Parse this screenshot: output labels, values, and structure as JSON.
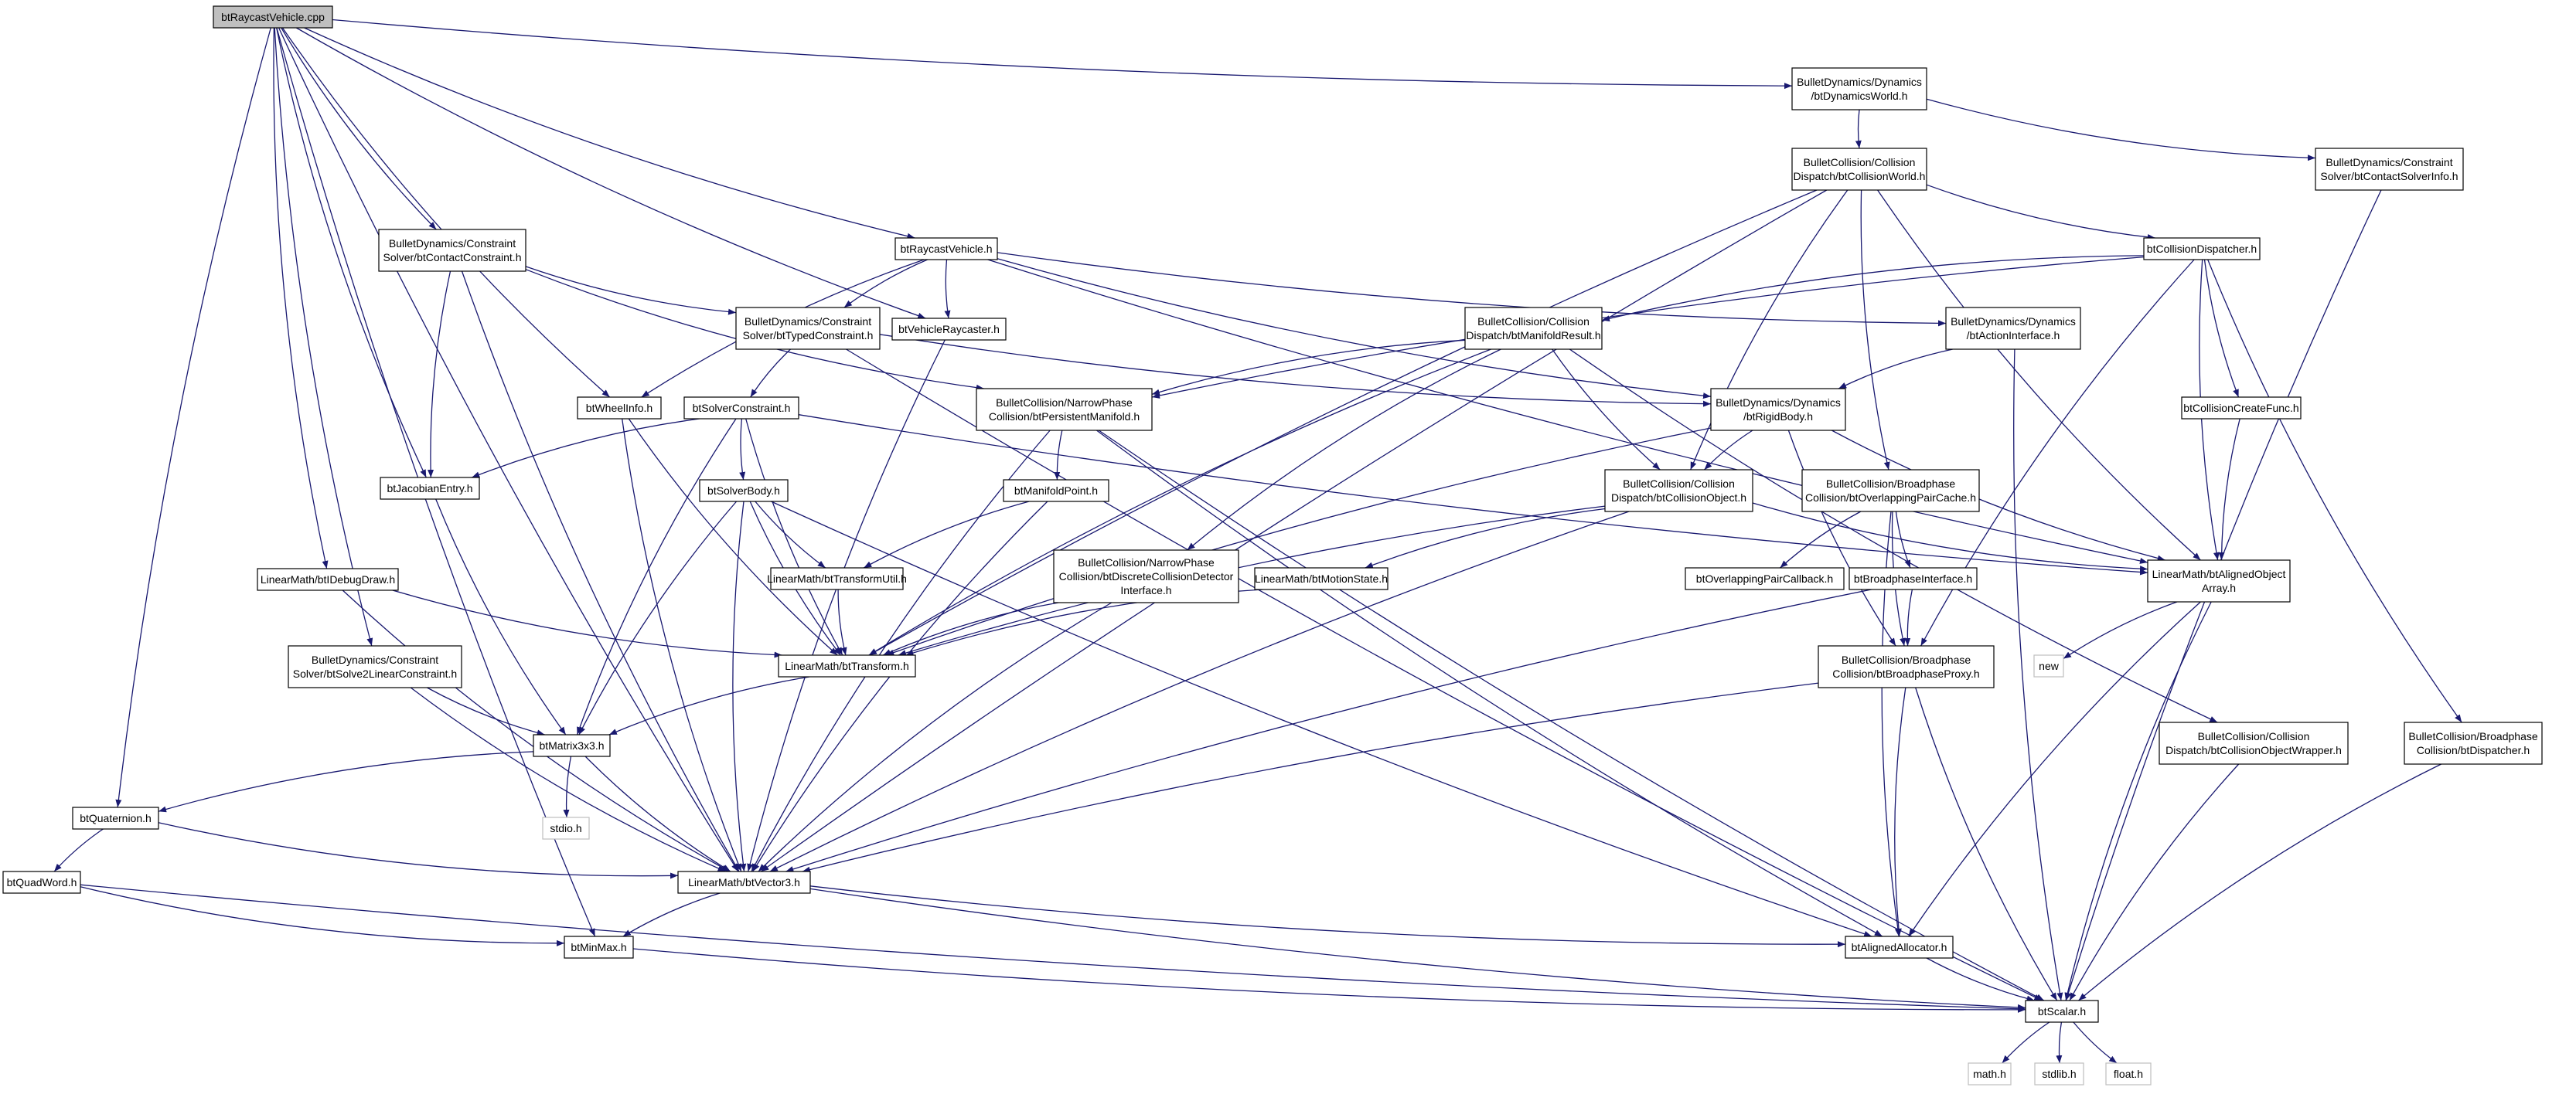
{
  "colors": {
    "edge": "#191970",
    "node_border": "#000000",
    "node_fill": "#ffffff",
    "root_fill": "#bfbfbf",
    "external_border": "#bfbfbf"
  },
  "root": "n0",
  "nodes": [
    {
      "id": "n0",
      "kind": "root",
      "lines": [
        "btRaycastVehicle.cpp"
      ]
    },
    {
      "id": "n1",
      "kind": "normal",
      "lines": [
        "BulletDynamics/Dynamics",
        "/btDynamicsWorld.h"
      ]
    },
    {
      "id": "n2",
      "kind": "normal",
      "lines": [
        "BulletCollision/Collision",
        "Dispatch/btCollisionWorld.h"
      ]
    },
    {
      "id": "n3",
      "kind": "normal",
      "lines": [
        "BulletDynamics/Constraint",
        "Solver/btContactSolverInfo.h"
      ]
    },
    {
      "id": "n4",
      "kind": "normal",
      "lines": [
        "BulletDynamics/Constraint",
        "Solver/btContactConstraint.h"
      ]
    },
    {
      "id": "n5",
      "kind": "normal",
      "lines": [
        "btRaycastVehicle.h"
      ]
    },
    {
      "id": "n6",
      "kind": "normal",
      "lines": [
        "btCollisionDispatcher.h"
      ]
    },
    {
      "id": "n7",
      "kind": "normal",
      "lines": [
        "BulletDynamics/Constraint",
        "Solver/btTypedConstraint.h"
      ]
    },
    {
      "id": "n8",
      "kind": "normal",
      "lines": [
        "btVehicleRaycaster.h"
      ]
    },
    {
      "id": "n9",
      "kind": "normal",
      "lines": [
        "BulletCollision/Collision",
        "Dispatch/btManifoldResult.h"
      ]
    },
    {
      "id": "n10",
      "kind": "normal",
      "lines": [
        "BulletDynamics/Dynamics",
        "/btActionInterface.h"
      ]
    },
    {
      "id": "n11",
      "kind": "normal",
      "lines": [
        "btWheelInfo.h"
      ]
    },
    {
      "id": "n12",
      "kind": "normal",
      "lines": [
        "btSolverConstraint.h"
      ]
    },
    {
      "id": "n13",
      "kind": "normal",
      "lines": [
        "BulletCollision/NarrowPhase",
        "Collision/btPersistentManifold.h"
      ]
    },
    {
      "id": "n14",
      "kind": "normal",
      "lines": [
        "BulletDynamics/Dynamics",
        "/btRigidBody.h"
      ]
    },
    {
      "id": "n15",
      "kind": "normal",
      "lines": [
        "btCollisionCreateFunc.h"
      ]
    },
    {
      "id": "n16",
      "kind": "normal",
      "lines": [
        "btJacobianEntry.h"
      ]
    },
    {
      "id": "n17",
      "kind": "normal",
      "lines": [
        "btSolverBody.h"
      ]
    },
    {
      "id": "n18",
      "kind": "normal",
      "lines": [
        "btManifoldPoint.h"
      ]
    },
    {
      "id": "n19",
      "kind": "normal",
      "lines": [
        "BulletCollision/Collision",
        "Dispatch/btCollisionObject.h"
      ]
    },
    {
      "id": "n20",
      "kind": "normal",
      "lines": [
        "BulletCollision/Broadphase",
        "Collision/btOverlappingPairCache.h"
      ]
    },
    {
      "id": "n21",
      "kind": "normal",
      "lines": [
        "LinearMath/btIDebugDraw.h"
      ]
    },
    {
      "id": "n22",
      "kind": "normal",
      "lines": [
        "LinearMath/btTransformUtil.h"
      ]
    },
    {
      "id": "n23",
      "kind": "normal",
      "lines": [
        "BulletCollision/NarrowPhase",
        "Collision/btDiscreteCollisionDetector",
        "Interface.h"
      ]
    },
    {
      "id": "n24",
      "kind": "normal",
      "lines": [
        "LinearMath/btMotionState.h"
      ]
    },
    {
      "id": "n25",
      "kind": "normal",
      "lines": [
        "btOverlappingPairCallback.h"
      ]
    },
    {
      "id": "n26",
      "kind": "normal",
      "lines": [
        "btBroadphaseInterface.h"
      ]
    },
    {
      "id": "n27",
      "kind": "normal",
      "lines": [
        "LinearMath/btAlignedObject",
        "Array.h"
      ]
    },
    {
      "id": "n28",
      "kind": "normal",
      "lines": [
        "BulletDynamics/Constraint",
        "Solver/btSolve2LinearConstraint.h"
      ]
    },
    {
      "id": "n29",
      "kind": "normal",
      "lines": [
        "LinearMath/btTransform.h"
      ]
    },
    {
      "id": "n30",
      "kind": "normal",
      "lines": [
        "BulletCollision/Broadphase",
        "Collision/btBroadphaseProxy.h"
      ]
    },
    {
      "id": "n31",
      "kind": "external",
      "lines": [
        "new"
      ]
    },
    {
      "id": "n32",
      "kind": "normal",
      "lines": [
        "btMatrix3x3.h"
      ]
    },
    {
      "id": "n33",
      "kind": "normal",
      "lines": [
        "BulletCollision/Collision",
        "Dispatch/btCollisionObjectWrapper.h"
      ]
    },
    {
      "id": "n34",
      "kind": "normal",
      "lines": [
        "BulletCollision/Broadphase",
        "Collision/btDispatcher.h"
      ]
    },
    {
      "id": "n35",
      "kind": "external",
      "lines": [
        "stdio.h"
      ]
    },
    {
      "id": "n36",
      "kind": "normal",
      "lines": [
        "btQuaternion.h"
      ]
    },
    {
      "id": "n37",
      "kind": "normal",
      "lines": [
        "btQuadWord.h"
      ]
    },
    {
      "id": "n38",
      "kind": "normal",
      "lines": [
        "LinearMath/btVector3.h"
      ]
    },
    {
      "id": "n39",
      "kind": "normal",
      "lines": [
        "btMinMax.h"
      ]
    },
    {
      "id": "n40",
      "kind": "normal",
      "lines": [
        "btAlignedAllocator.h"
      ]
    },
    {
      "id": "n41",
      "kind": "normal",
      "lines": [
        "btScalar.h"
      ]
    },
    {
      "id": "n42",
      "kind": "external",
      "lines": [
        "math.h"
      ]
    },
    {
      "id": "n43",
      "kind": "external",
      "lines": [
        "stdlib.h"
      ]
    },
    {
      "id": "n44",
      "kind": "external",
      "lines": [
        "float.h"
      ]
    }
  ],
  "edges": [
    [
      "n0",
      "n1"
    ],
    [
      "n0",
      "n4"
    ],
    [
      "n0",
      "n5"
    ],
    [
      "n0",
      "n8"
    ],
    [
      "n0",
      "n11"
    ],
    [
      "n0",
      "n16"
    ],
    [
      "n0",
      "n21"
    ],
    [
      "n0",
      "n28"
    ],
    [
      "n0",
      "n36"
    ],
    [
      "n0",
      "n38"
    ],
    [
      "n0",
      "n39"
    ],
    [
      "n1",
      "n2"
    ],
    [
      "n1",
      "n3"
    ],
    [
      "n2",
      "n6"
    ],
    [
      "n2",
      "n19"
    ],
    [
      "n2",
      "n20"
    ],
    [
      "n2",
      "n29"
    ],
    [
      "n2",
      "n38"
    ],
    [
      "n2",
      "n27"
    ],
    [
      "n3",
      "n41"
    ],
    [
      "n4",
      "n7"
    ],
    [
      "n4",
      "n13"
    ],
    [
      "n4",
      "n16"
    ],
    [
      "n4",
      "n38"
    ],
    [
      "n5",
      "n7"
    ],
    [
      "n5",
      "n8"
    ],
    [
      "n5",
      "n10"
    ],
    [
      "n5",
      "n11"
    ],
    [
      "n5",
      "n14"
    ],
    [
      "n5",
      "n27"
    ],
    [
      "n6",
      "n9"
    ],
    [
      "n6",
      "n13"
    ],
    [
      "n6",
      "n15"
    ],
    [
      "n6",
      "n30"
    ],
    [
      "n6",
      "n34"
    ],
    [
      "n6",
      "n27"
    ],
    [
      "n7",
      "n12"
    ],
    [
      "n7",
      "n14"
    ],
    [
      "n7",
      "n41"
    ],
    [
      "n8",
      "n38"
    ],
    [
      "n9",
      "n13"
    ],
    [
      "n9",
      "n19"
    ],
    [
      "n9",
      "n23"
    ],
    [
      "n9",
      "n29"
    ],
    [
      "n9",
      "n33"
    ],
    [
      "n10",
      "n14"
    ],
    [
      "n10",
      "n41"
    ],
    [
      "n11",
      "n29"
    ],
    [
      "n11",
      "n38"
    ],
    [
      "n12",
      "n16"
    ],
    [
      "n12",
      "n17"
    ],
    [
      "n12",
      "n32"
    ],
    [
      "n12",
      "n29"
    ],
    [
      "n12",
      "n27"
    ],
    [
      "n13",
      "n18"
    ],
    [
      "n13",
      "n38"
    ],
    [
      "n13",
      "n40"
    ],
    [
      "n13",
      "n41"
    ],
    [
      "n14",
      "n19"
    ],
    [
      "n14",
      "n29"
    ],
    [
      "n14",
      "n27"
    ],
    [
      "n14",
      "n30"
    ],
    [
      "n15",
      "n27"
    ],
    [
      "n16",
      "n32"
    ],
    [
      "n17",
      "n22"
    ],
    [
      "n17",
      "n29"
    ],
    [
      "n17",
      "n32"
    ],
    [
      "n17",
      "n38"
    ],
    [
      "n17",
      "n40"
    ],
    [
      "n18",
      "n22"
    ],
    [
      "n18",
      "n38"
    ],
    [
      "n19",
      "n24"
    ],
    [
      "n19",
      "n29"
    ],
    [
      "n19",
      "n38"
    ],
    [
      "n19",
      "n27"
    ],
    [
      "n20",
      "n25"
    ],
    [
      "n20",
      "n26"
    ],
    [
      "n20",
      "n30"
    ],
    [
      "n20",
      "n40"
    ],
    [
      "n21",
      "n29"
    ],
    [
      "n21",
      "n38"
    ],
    [
      "n22",
      "n29"
    ],
    [
      "n23",
      "n29"
    ],
    [
      "n23",
      "n38"
    ],
    [
      "n24",
      "n29"
    ],
    [
      "n26",
      "n30"
    ],
    [
      "n26",
      "n38"
    ],
    [
      "n27",
      "n31"
    ],
    [
      "n27",
      "n40"
    ],
    [
      "n27",
      "n41"
    ],
    [
      "n28",
      "n32"
    ],
    [
      "n28",
      "n38"
    ],
    [
      "n29",
      "n32"
    ],
    [
      "n30",
      "n38"
    ],
    [
      "n30",
      "n40"
    ],
    [
      "n30",
      "n41"
    ],
    [
      "n32",
      "n35"
    ],
    [
      "n32",
      "n36"
    ],
    [
      "n32",
      "n38"
    ],
    [
      "n33",
      "n41"
    ],
    [
      "n34",
      "n41"
    ],
    [
      "n36",
      "n37"
    ],
    [
      "n36",
      "n38"
    ],
    [
      "n37",
      "n39"
    ],
    [
      "n37",
      "n41"
    ],
    [
      "n38",
      "n39"
    ],
    [
      "n38",
      "n40"
    ],
    [
      "n38",
      "n41"
    ],
    [
      "n39",
      "n41"
    ],
    [
      "n40",
      "n41"
    ],
    [
      "n41",
      "n42"
    ],
    [
      "n41",
      "n43"
    ],
    [
      "n41",
      "n44"
    ]
  ]
}
